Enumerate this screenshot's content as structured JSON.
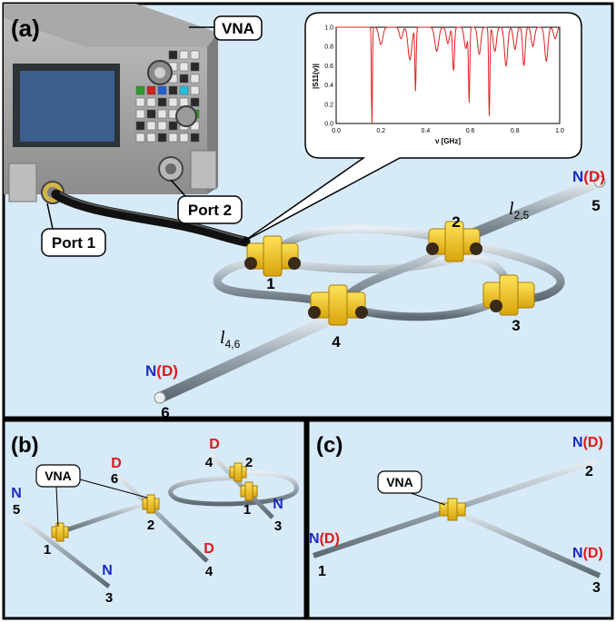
{
  "panel_a": {
    "label": "(a)",
    "vna_label": "VNA",
    "port1_label": "Port 1",
    "port2_label": "Port 2",
    "nodes": [
      "1",
      "2",
      "3",
      "4",
      "5",
      "6"
    ],
    "bond_label_25": {
      "main": "l",
      "sub": "2,5"
    },
    "bond_label_46": {
      "main": "l",
      "sub": "4,6"
    },
    "end5": {
      "n": "N",
      "d": "(D)"
    },
    "end6": {
      "n": "N",
      "d": "(D)"
    },
    "inset": {
      "ylabel": "|S11(ν)|",
      "xlabel": "ν [GHz]",
      "xticks": [
        "0.0",
        "0.2",
        "0.4",
        "0.6",
        "0.8",
        "1.0"
      ],
      "yticks": [
        "0.0",
        "0.2",
        "0.4",
        "0.6",
        "0.8",
        "1.0"
      ]
    }
  },
  "panel_b": {
    "label": "(b)",
    "vna_label": "VNA",
    "left": {
      "n1": "1",
      "n2": "2",
      "n3": "3",
      "n4": "4",
      "n5": "5",
      "n6": "6",
      "N5": "N",
      "N3": "N",
      "D6": "D",
      "D4": "D"
    },
    "right": {
      "n1": "1",
      "n2": "2",
      "n3": "3",
      "n4": "4",
      "D4": "D",
      "N3": "N"
    }
  },
  "panel_c": {
    "label": "(c)",
    "vna_label": "VNA",
    "n1": "1",
    "n2": "2",
    "n3": "3",
    "end1": {
      "n": "N",
      "d": "(D)"
    },
    "end2": {
      "n": "N",
      "d": "(D)"
    },
    "end3": {
      "n": "N",
      "d": "(D)"
    }
  },
  "colors": {
    "panel_bg": "#d7eaf8",
    "node_label_blue": "#1a2bc4",
    "node_label_red": "#e01818",
    "trace_red": "#e02020",
    "connector_gold": "#f2c21a"
  }
}
